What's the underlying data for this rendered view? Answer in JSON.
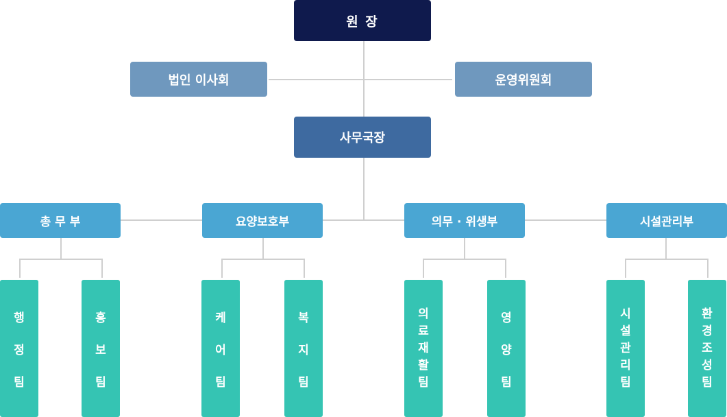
{
  "director": "원 장",
  "board": "법인 이사회",
  "committee": "운영위원회",
  "secretary": "사무국장",
  "departments": [
    {
      "name": "총 무 부",
      "teams": [
        [
          "행",
          "정",
          "팀"
        ],
        [
          "홍",
          "보",
          "팀"
        ]
      ]
    },
    {
      "name": "요양보호부",
      "teams": [
        [
          "케",
          "어",
          "팀"
        ],
        [
          "복",
          "지",
          "팀"
        ]
      ]
    },
    {
      "name": "의무 · 위생부",
      "teams": [
        [
          "의",
          "료",
          "재",
          "활",
          "팀"
        ],
        [
          "영",
          "양",
          "팀"
        ]
      ]
    },
    {
      "name": "시설관리부",
      "teams": [
        [
          "시",
          "설",
          "관",
          "리",
          "팀"
        ],
        [
          "환",
          "경",
          "조",
          "성",
          "팀"
        ]
      ]
    }
  ],
  "colors": {
    "director": "#0f1a4d",
    "side": "#6f98be",
    "secretary": "#3e6aa0",
    "department": "#4aa6d3",
    "team": "#35c4b3",
    "connector": "#cfcfcf"
  }
}
